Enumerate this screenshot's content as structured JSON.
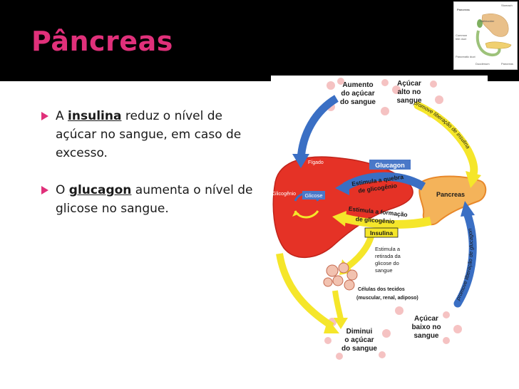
{
  "slide": {
    "title": "Pâncreas",
    "bullets": [
      {
        "before": "A ",
        "keyword": "insulina",
        "after": " reduz o nível de açúcar no sangue, em caso de excesso."
      },
      {
        "before": "O ",
        "keyword": "glucagon",
        "after": " aumenta o nível de glicose no sangue."
      }
    ]
  },
  "thumbnail": {
    "labels": [
      "Pancreas",
      "Stomach",
      "Gallbladder",
      "Common bile duct",
      "Pancreatic duct",
      "Duodenum",
      "Pancreas"
    ]
  },
  "diagram": {
    "box_aumento": [
      "Aumento",
      "do açúcar",
      "do sangue"
    ],
    "box_acucar_alto": [
      "Açúcar",
      "alto no",
      "sangue"
    ],
    "arrow_insulina_label": "promove liberação de insulina",
    "figado": "Fígado",
    "glucagon_label": "Glucagon",
    "quebra": [
      "Estimula a quebra",
      "de glicogênio"
    ],
    "pancreas": "Pancreas",
    "glicogenio": "Glicogênio",
    "glicose": "Glicose",
    "formacao": [
      "Estimula a formação",
      "de glicogênio"
    ],
    "insulina_label": "Insulina",
    "retirada": [
      "Estimula a",
      "retirada da",
      "glicose do",
      "sangue"
    ],
    "celulas": [
      "Células dos tecidos",
      "(muscular, renal, adiposo)"
    ],
    "arrow_glucagon_label": "promove liberação de glucagon",
    "box_acucar_baixo": [
      "Açúcar",
      "baixo no",
      "sangue"
    ],
    "box_diminui": [
      "Diminui",
      "o açúcar",
      "do sangue"
    ]
  },
  "colors": {
    "accent": "#e0307a",
    "title_bar": "#000000",
    "arrow_blue": "#3a6fc4",
    "arrow_yellow": "#f5e62a",
    "liver": "#e53226",
    "pancreas": "#f4b35a",
    "label_blue": "#4a78c8"
  }
}
